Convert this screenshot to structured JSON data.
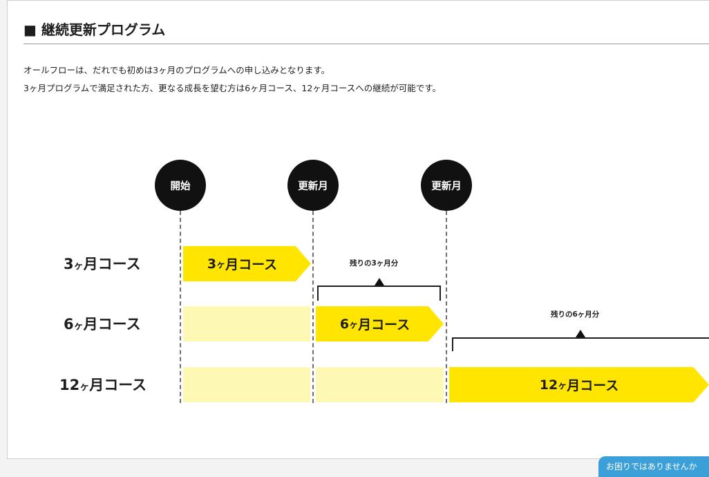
{
  "section": {
    "title": "■ 継続更新プログラム",
    "intro_line1": "オールフローは、だれでも初めは3ヶ月のプログラムへの申し込みとなります。",
    "intro_line2": "3ヶ月プログラムで満足された方、更なる成長を望む方は6ヶ月コース、12ヶ月コースへの継続が可能です。"
  },
  "milestones": [
    {
      "label": "開始"
    },
    {
      "label": "更新月"
    },
    {
      "label": "更新月"
    }
  ],
  "courses": [
    {
      "num": "3",
      "suffix": "ヶ",
      "name": "月コース"
    },
    {
      "num": "6",
      "suffix": "ヶ",
      "name": "月コース"
    },
    {
      "num": "12",
      "suffix": "ヶ",
      "name": "月コース"
    }
  ],
  "bars": {
    "bar3": {
      "num": "3",
      "suffix": "ヶ",
      "name": "月コース"
    },
    "bar6": {
      "num": "6",
      "suffix": "ヶ",
      "name": "月コース"
    },
    "bar12": {
      "num": "12",
      "suffix": "ヶ",
      "name": "月コース"
    }
  },
  "remaining": {
    "r3": "残りの3ヶ月分",
    "r6": "残りの6ヶ月分"
  },
  "help": {
    "label": "お困りではありませんか"
  },
  "colors": {
    "accent_yellow": "#ffe500",
    "pale_yellow": "#fdf8b3",
    "milestone_black": "#111111",
    "help_blue": "#3b9fd8"
  }
}
